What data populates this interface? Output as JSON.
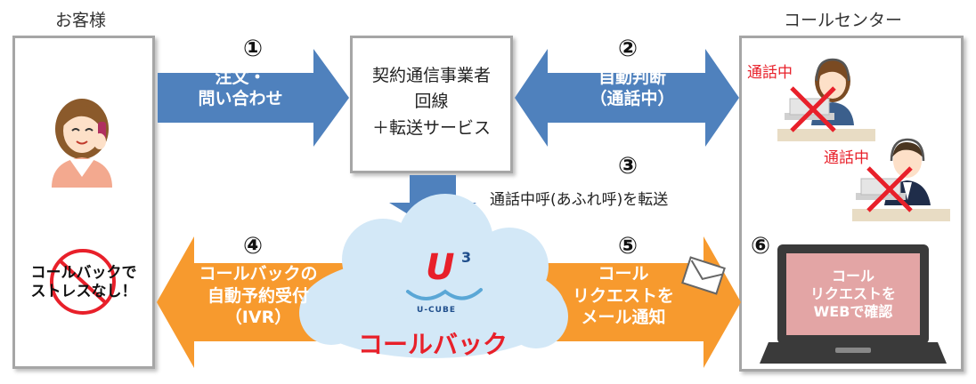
{
  "labels": {
    "customer_title": "お客様",
    "callcenter_title": "コールセンター"
  },
  "carrier": {
    "line1": "契約通信事業者",
    "line2": "回線",
    "line3": "＋転送サービス"
  },
  "steps": {
    "s1": {
      "num": "①",
      "text1": "注文・",
      "text2": "問い合わせ"
    },
    "s2": {
      "num": "②",
      "text1": "自動判断",
      "text2": "（通話中）"
    },
    "s3": {
      "num": "③",
      "text": "通話中呼(あふれ呼)を転送"
    },
    "s4": {
      "num": "④",
      "text1": "コールバックの",
      "text2": "自動予約受付",
      "text3": "（IVR）"
    },
    "s5": {
      "num": "⑤",
      "text1": "コール",
      "text2": "リクエストを",
      "text3": "メール通知"
    },
    "s6": {
      "num": "⑥",
      "screen1": "コール",
      "screen2": "リクエストを",
      "screen3": "WEBで確認"
    }
  },
  "status": {
    "busy1": "通話中",
    "busy2": "通話中"
  },
  "customer": {
    "stress1": "コールバックで",
    "stress2": "ストレスなし！"
  },
  "cloud": {
    "logo_u": "U",
    "logo_sup": "3",
    "logo_sub": "U-CUBE",
    "product": "コールバック"
  },
  "colors": {
    "blue_arrow": "#4f81bd",
    "orange_arrow": "#f79a2e",
    "red": "#e8202a"
  }
}
